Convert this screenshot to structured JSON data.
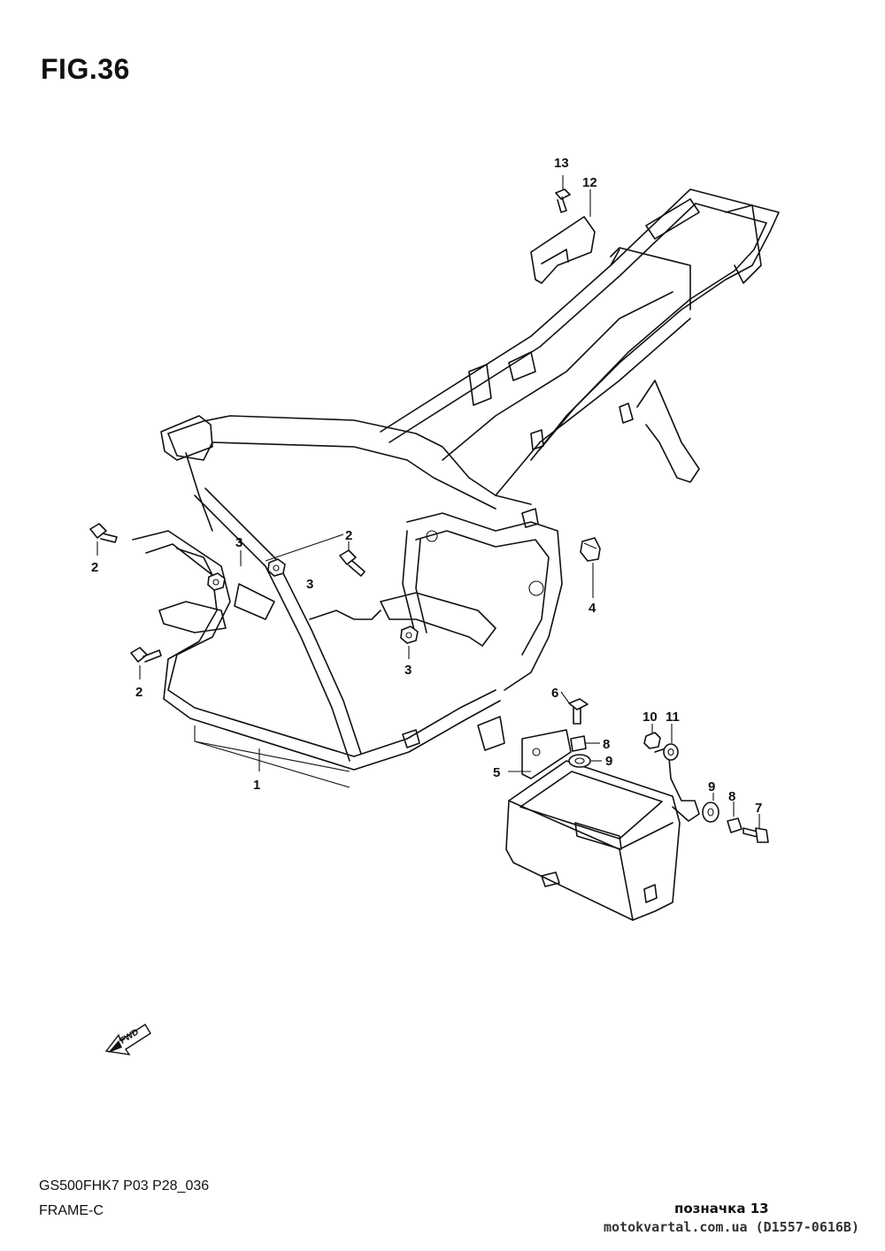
{
  "figure": {
    "title": "FIG.36"
  },
  "callouts": {
    "c1": "1",
    "c2a": "2",
    "c2b": "2",
    "c2c": "2",
    "c3a": "3",
    "c3b": "3",
    "c3c": "3",
    "c4": "4",
    "c5": "5",
    "c6": "6",
    "c7": "7",
    "c8a": "8",
    "c8b": "8",
    "c9a": "9",
    "c9b": "9",
    "c10": "10",
    "c11": "11",
    "c12": "12",
    "c13": "13"
  },
  "fwd_badge": "FWD",
  "footer": {
    "model_code": "GS500FHK7 P03 P28_036",
    "section_name": "FRAME-C",
    "label": "позначка 13",
    "source": "motokvartal.com.ua (D1557-0616B)"
  }
}
